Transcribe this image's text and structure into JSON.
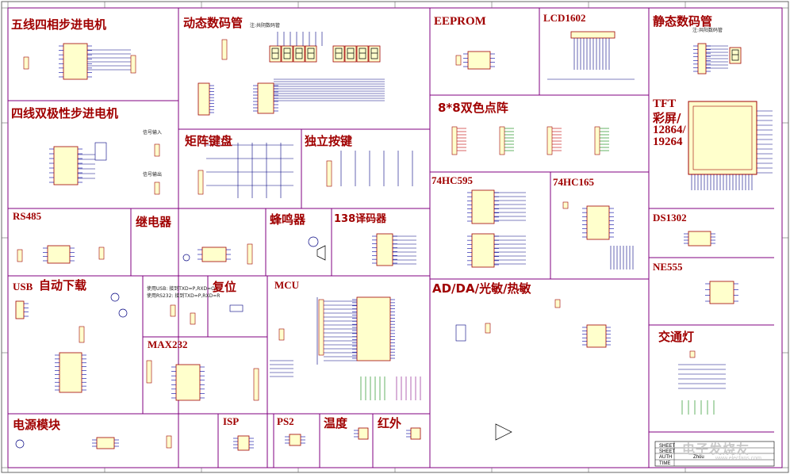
{
  "colors": {
    "border": "#800080",
    "frame": "#666666",
    "label": "#a00000",
    "ic_fill": "#ffffcc",
    "ic_stroke": "#a00000",
    "wire": "#000080",
    "pin": "#0000a0",
    "net_green": "#008000",
    "net_red": "#c00000",
    "net_purple": "#800080"
  },
  "sections": {
    "stepper5": "五线四相步进电机",
    "stepper4": "四线双极性步进电机",
    "dyn_seg": "动态数码管",
    "matrix_kb": "矩阵键盘",
    "buttons": "独立按键",
    "eeprom": "EEPROM",
    "lcd1602": "LCD1602",
    "static_seg": "静态数码管",
    "dotmatrix": "8*8双色点阵",
    "tft": "TFT",
    "tft2": "彩屏/",
    "tft3": "12864/",
    "tft4": "19264",
    "hc595": "74HC595",
    "hc165": "74HC165",
    "rs485": "RS485",
    "relay": "继电器",
    "buzzer": "蜂鸣器",
    "dec138": "138译码器",
    "ds1302": "DS1302",
    "ne555": "NE555",
    "usb": "USB",
    "autodl": "自动下载",
    "reset": "复位",
    "mcu": "MCU",
    "adda": "AD/DA/光敏/热敏",
    "traffic": "交通灯",
    "max232": "MAX232",
    "power": "电源模块",
    "isp": "ISP",
    "ps2": "PS2",
    "temp": "温度",
    "ir": "红外"
  },
  "notes": {
    "common_cathode": "注:共阴数码管",
    "common_anode": "注:共阳数码管",
    "sig_in": "信号输入",
    "sig_out": "信号输出",
    "usb_note1": "使用USB: 接到TXD=P,RXD=O",
    "usb_note2": "使用RS232: 接到TXD=P,RXD=R"
  },
  "title_block": {
    "sheet1": "SHEET",
    "sheet2": "SHEET",
    "author": "AUTH",
    "time": "TIME",
    "author_name": "Zhou"
  },
  "watermark": {
    "text": "电子发烧友",
    "url": "www.elecfans.com"
  }
}
